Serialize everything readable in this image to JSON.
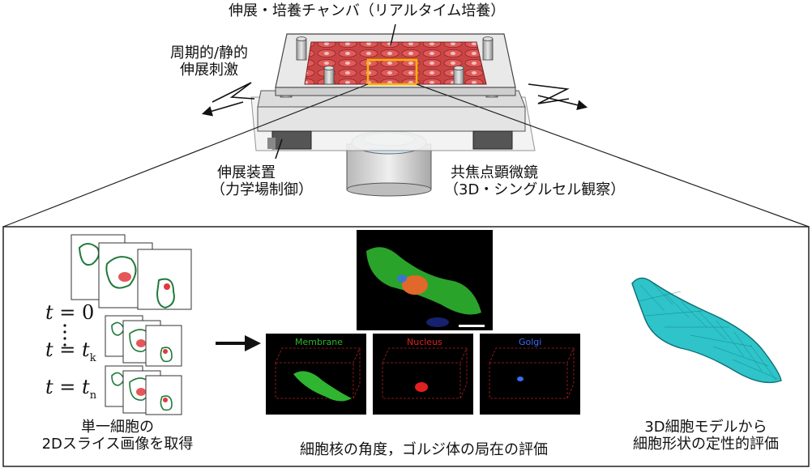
{
  "labels": {
    "chamber": "伸展・培養チャンバ（リアルタイム培養）",
    "stretch_stimulus_1": "周期的/静的",
    "stretch_stimulus_2": "伸展刺激",
    "stretch_device_1": "伸展装置",
    "stretch_device_2": "（力学場制御）",
    "microscope_1": "共焦点顕微鏡",
    "microscope_2": "（3D・シングルセル観察）",
    "slice_1": "単一細胞の",
    "slice_2": "2Dスライス画像を取得",
    "evaluation": "細胞核の角度，ゴルジ体の局在の評価",
    "model_1": "3D細胞モデルから",
    "model_2": "細胞形状の定性的評価"
  },
  "time_labels": {
    "t": "t",
    "eq": "=",
    "zero": "0",
    "k": "k",
    "n": "n"
  },
  "channels": {
    "membrane": "Membrane",
    "nucleus": "Nucleus",
    "golgi": "Golgi"
  },
  "colors": {
    "membrane": "#2fb52f",
    "nucleus": "#e02020",
    "golgi": "#3a6cf0",
    "cell_outline": "#1f7a3a",
    "roi_highlight": "#f5b400",
    "model": "#2ec4c9"
  }
}
